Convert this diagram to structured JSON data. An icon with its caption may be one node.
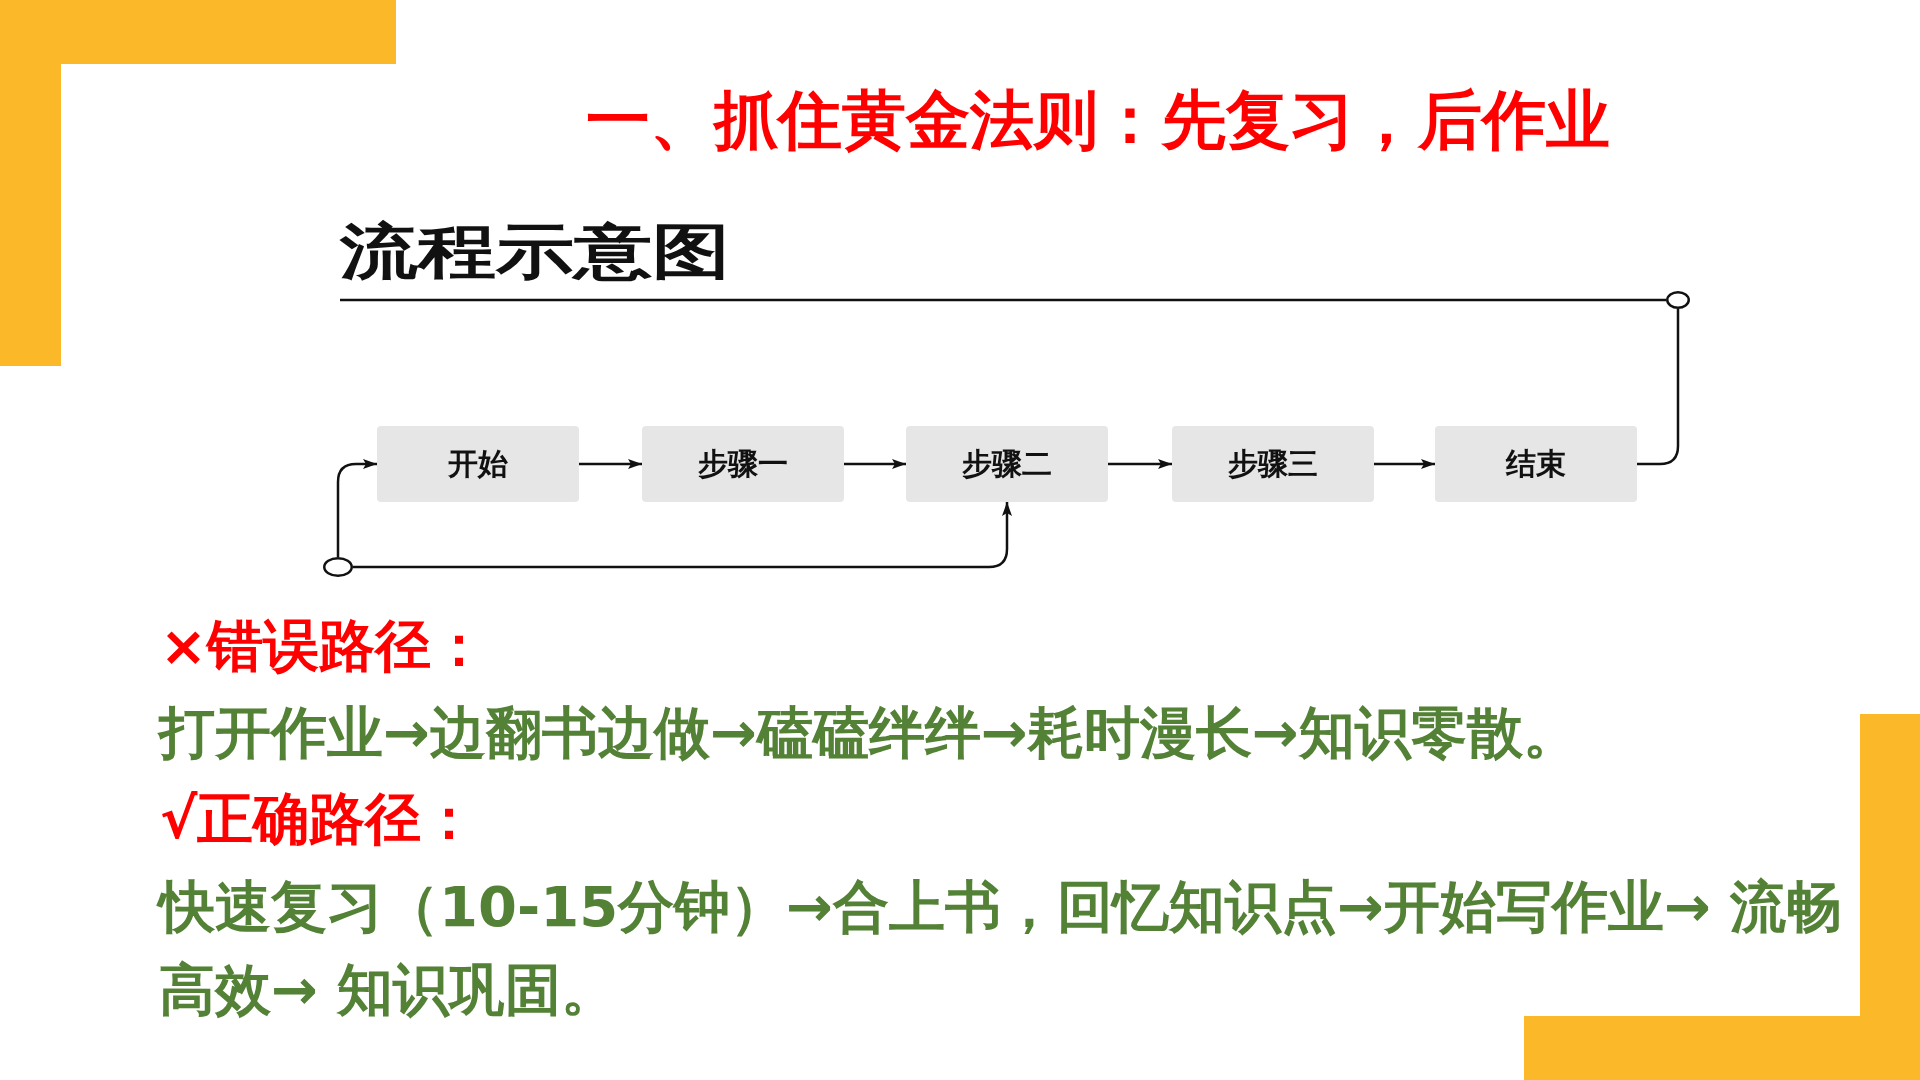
{
  "diagram": {
    "title": "一、抓住黄金法则：先复习，后作业",
    "nodes": [
      {
        "text": [
          "开始"
        ]
      },
      {
        "text": [
          "步骤一"
        ]
      },
      {
        "text": [
          "步骤二"
        ]
      },
      {
        "text": [
          "步骤三"
        ]
      },
      {
        "text": [
          "结束"
        ]
      },
      {
        "text": [],
        "shape": "circle"
      },
      {
        "text": [],
        "shape": "circle"
      }
    ],
    "edges": [
      {
        "from": 0,
        "to": 1,
        "arrow": "to"
      },
      {
        "from": 1,
        "to": 2,
        "arrow": "to"
      },
      {
        "from": 2,
        "to": 3,
        "arrow": "to"
      },
      {
        "from": 3,
        "to": 4,
        "arrow": "to"
      },
      {
        "from": 4,
        "to": 5,
        "arrow": "none"
      },
      {
        "from": 5,
        "to": null,
        "arrow": "none"
      },
      {
        "from": 6,
        "to": 0,
        "arrow": "to"
      },
      {
        "from": 6,
        "to": 2,
        "arrow": "to"
      }
    ],
    "labels": [
      "流程示意图",
      "×错误路径：",
      "打开作业→边翻书边做→磕磕绊绊→耗时漫长→知识零散。",
      "√正确路径：",
      "快速复习（10-15分钟）→合上书，回忆知识点→开始写作业→ 流畅高效→ 知识巩固。"
    ]
  }
}
